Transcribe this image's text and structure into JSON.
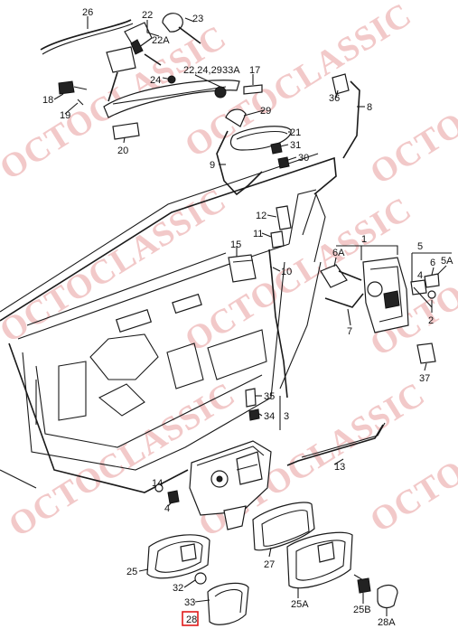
{
  "diagram": {
    "watermark": "OCTOCLASSIC",
    "colors": {
      "line": "#1a1a1a",
      "watermark": "#f2c9c9",
      "highlight": "#e01b1b"
    },
    "labels": {
      "p26": "26",
      "p22": "22",
      "p23": "23",
      "p22a": "22A",
      "p24": "24",
      "p22g": "22,24,29",
      "p33a": "33A",
      "p17": "17",
      "p18": "18",
      "p19": "19",
      "p20": "20",
      "p36": "36",
      "p8": "8",
      "p29": "29",
      "p21": "21",
      "p31": "31",
      "p30": "30",
      "p9": "9",
      "p12": "12",
      "p11": "11",
      "p10": "10",
      "p15": "15",
      "p1": "1",
      "p6a": "6A",
      "p5": "5",
      "p6": "6",
      "p5a": "5A",
      "p4": "4",
      "p2": "2",
      "p7": "7",
      "p37": "37",
      "p35": "35",
      "p34": "34",
      "p3": "3",
      "p13": "13",
      "p14": "14",
      "p27": "27",
      "p25": "25",
      "p32": "32",
      "p33": "33",
      "p28": "28",
      "p25a": "25A",
      "p25b": "25B",
      "p28a": "28A"
    }
  }
}
